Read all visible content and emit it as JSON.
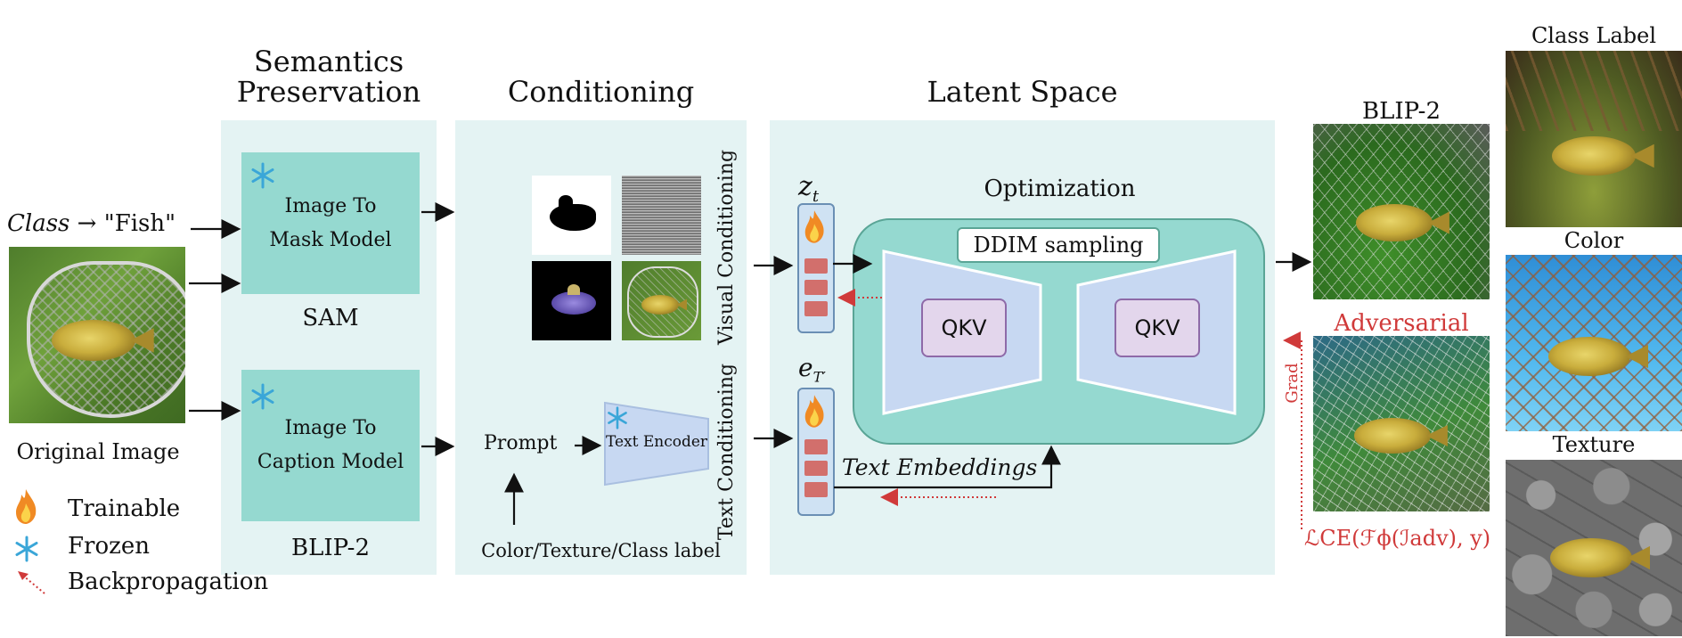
{
  "sections": {
    "semantics": "Semantics\nPreservation",
    "conditioning": "Conditioning",
    "latent": "Latent Space"
  },
  "input": {
    "class_prefix": "Class",
    "class_arrow": "→",
    "class_value": "\"Fish\"",
    "original_caption": "Original Image"
  },
  "legend": {
    "trainable": "Trainable",
    "frozen": "Frozen",
    "backprop": "Backpropagation"
  },
  "semantics": {
    "mask_model": "Image To\nMask Model",
    "mask_caption": "SAM",
    "caption_model": "Image To\nCaption Model",
    "caption_caption": "BLIP-2"
  },
  "conditioning": {
    "visual_label": "Visual Conditioning",
    "text_label": "Text Conditioning",
    "prompt": "Prompt",
    "text_encoder": "Text Encoder",
    "prompt_source": "Color/Texture/Class label"
  },
  "latent": {
    "zt": "z",
    "zt_sub": "t",
    "et": "e",
    "et_sub": "T′",
    "optimization": "Optimization",
    "ddim": "DDIM sampling",
    "qkv_left": "QKV",
    "qkv_right": "QKV",
    "text_embeddings": "Text Embeddings"
  },
  "outputs": {
    "blip2": "BLIP-2",
    "adversarial": "Adversarial",
    "grad": "Grad",
    "loss": "ℒCE(ℱϕ(ℐadv), y)"
  },
  "variants": {
    "class_label": "Class Label",
    "color": "Color",
    "texture": "Texture"
  },
  "colors": {
    "panel": "#e4f3f3",
    "box": "#95d9d0",
    "unet": "#c7d8f2",
    "accent_red": "#d03a3a"
  },
  "icons": {
    "frozen": "snowflake-icon",
    "trainable": "flame-icon",
    "backprop": "dotted-arrow-icon"
  }
}
